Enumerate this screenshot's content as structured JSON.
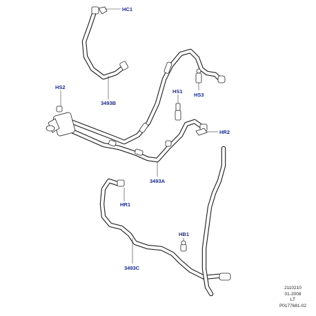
{
  "callouts": {
    "hc1": "HC1",
    "3493b": "3493B",
    "hs2": "HS2",
    "hs1": "HS1",
    "hs3": "HS3",
    "hr2": "HR2",
    "3493a": "3493A",
    "hr1": "HR1",
    "hb1": "HB1",
    "3493c": "3493C"
  },
  "footer": {
    "code": "2110210",
    "date": "01-2008",
    "side": "LT",
    "ref": "P0177681-02"
  }
}
